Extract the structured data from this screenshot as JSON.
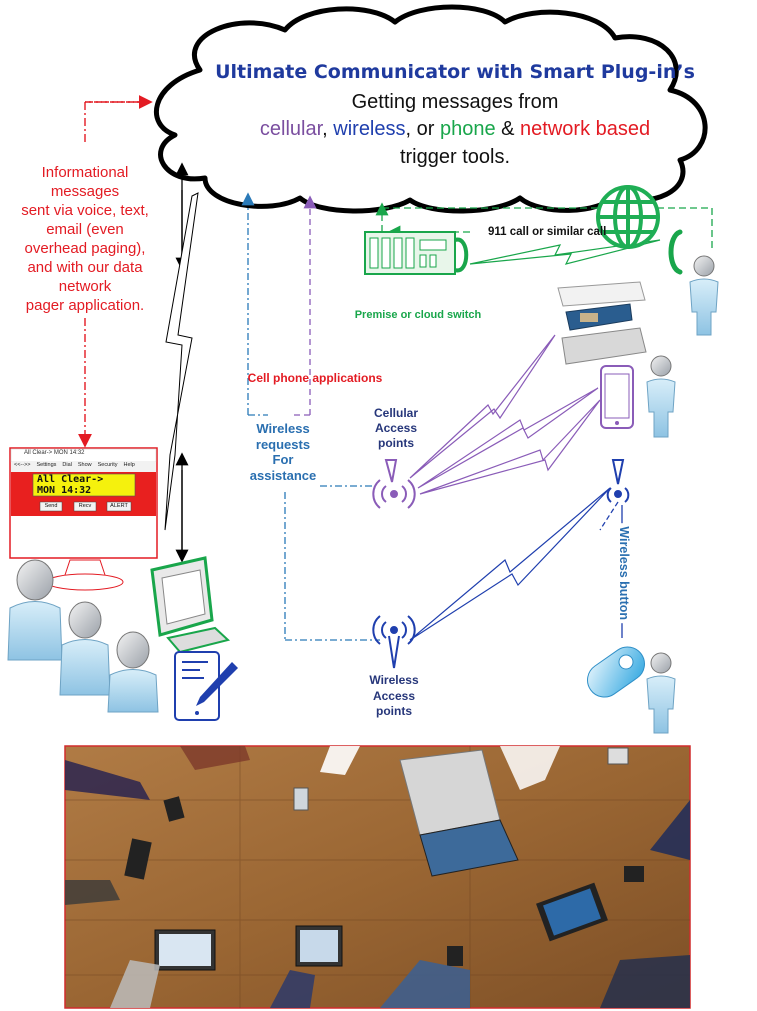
{
  "cloud": {
    "title": "Ultimate Communicator with Smart Plug-in’s",
    "line2": "Getting messages from",
    "line3_parts": [
      {
        "text": "cellular",
        "color": "#7b4fa0"
      },
      {
        "text": ", ",
        "color": "#111111"
      },
      {
        "text": "wireless",
        "color": "#1f3fae"
      },
      {
        "text": ", or ",
        "color": "#111111"
      },
      {
        "text": "phone",
        "color": "#19a64b"
      },
      {
        "text": " & ",
        "color": "#111111"
      },
      {
        "text": "network based",
        "color": "#e31b23"
      }
    ],
    "line4": "trigger tools."
  },
  "info_text": {
    "lines": [
      "Informational",
      "messages",
      "sent via voice, text,",
      "email (even",
      "overhead paging),",
      "and with our data",
      "network",
      "pager application."
    ]
  },
  "labels": {
    "call_911": "911 call or similar call",
    "premise_switch": "Premise or cloud switch",
    "cell_apps": "Cell phone applications",
    "wireless_requests": [
      "Wireless",
      "requests",
      "For",
      "assistance"
    ],
    "cellular_ap": [
      "Cellular",
      "Access",
      "points"
    ],
    "wireless_ap": [
      "Wireless",
      "Access",
      "points"
    ],
    "wireless_button": "Wireless button"
  },
  "pager_app": {
    "title": "All Clear->  MON 14:32",
    "menu": [
      "<<-->>",
      "Settings",
      "Dial",
      "Show",
      "Security",
      "Help"
    ],
    "display_line1": "All Clear->",
    "display_line2": "MON 14:32",
    "buttons": [
      "Send",
      "Recv",
      "ALERT"
    ]
  },
  "colors": {
    "red_arrow": "#e31b23",
    "blue_dash": "#2a7ab8",
    "purple_dash": "#8a5cb8",
    "green_dash": "#19a64b",
    "globe": "#1fae55"
  }
}
